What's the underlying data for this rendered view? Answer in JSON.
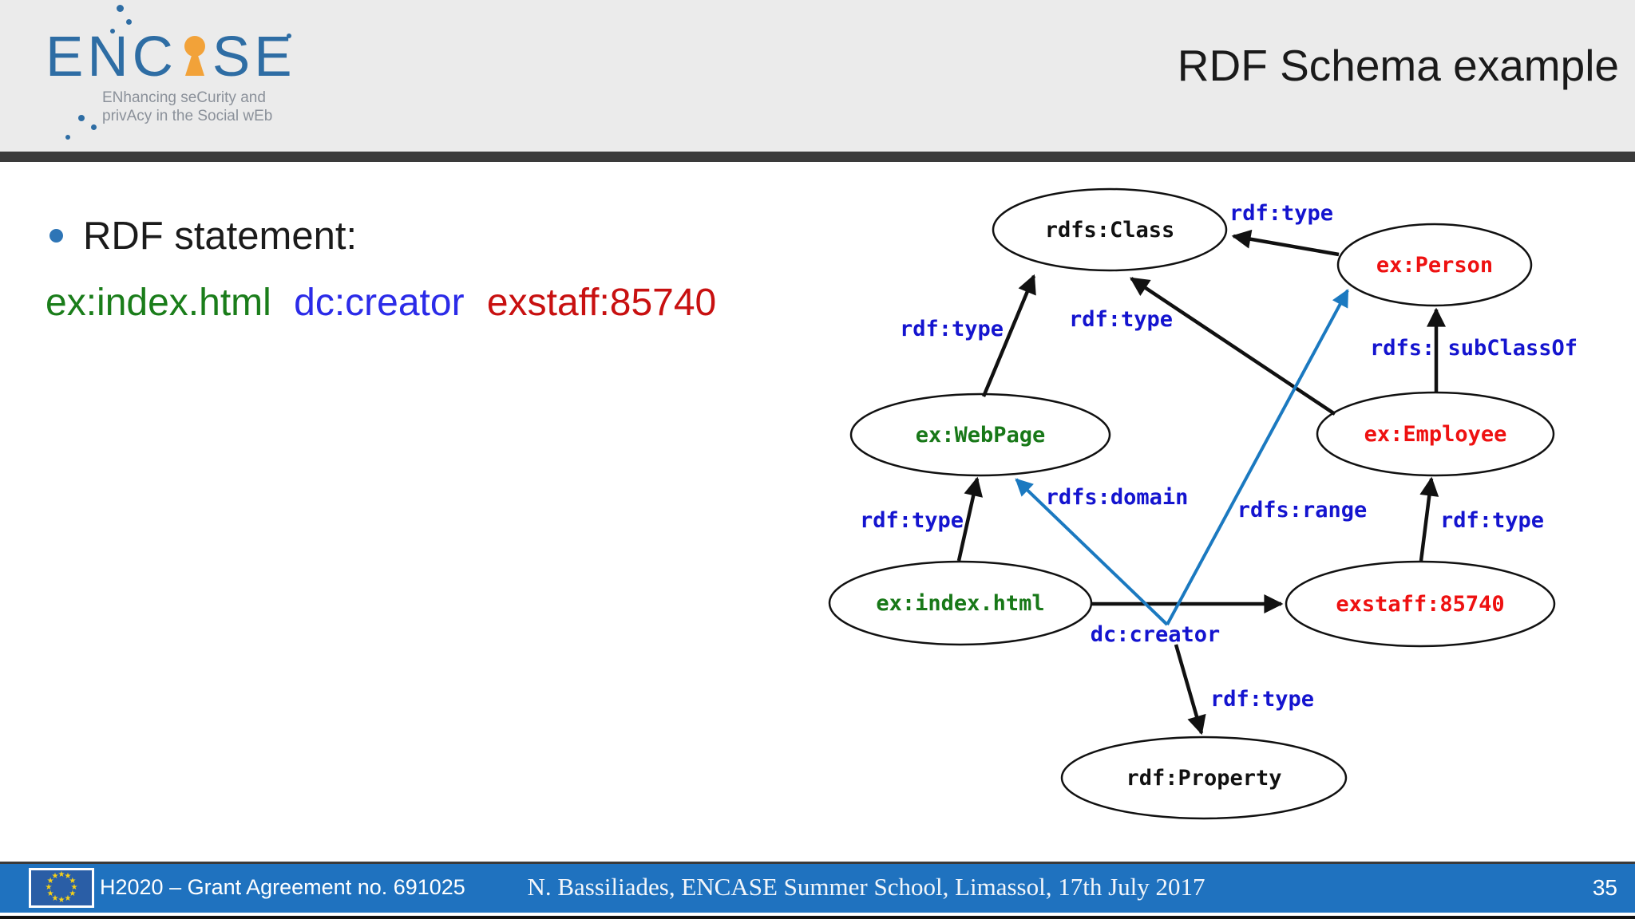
{
  "header": {
    "title": "RDF Schema example",
    "logo": {
      "word_start": "ENC",
      "word_end": "SE",
      "tagline_line1": "ENhancing seCurity and",
      "tagline_line2": "privAcy in the Social wEb"
    }
  },
  "content": {
    "bullet_label": "RDF statement:",
    "statement": {
      "subject": "ex:index.html",
      "predicate": "dc:creator",
      "object": "exstaff:85740"
    }
  },
  "diagram": {
    "nodes": {
      "rdfs_class": "rdfs:Class",
      "ex_person": "ex:Person",
      "ex_webpage": "ex:WebPage",
      "ex_employee": "ex:Employee",
      "ex_index_html": "ex:index.html",
      "exstaff_85740": "exstaff:85740",
      "rdf_property": "rdf:Property"
    },
    "edge_labels": {
      "person_type": "rdf:type",
      "webpage_type": "rdf:type",
      "employee_type": "rdf:type",
      "subclassof": "rdfs: subClassOf",
      "domain": "rdfs:domain",
      "range": "rdfs:range",
      "index_type": "rdf:type",
      "exstaff_type": "rdf:type",
      "creator": "dc:creator",
      "property_type": "rdf:type"
    }
  },
  "palette": {
    "header_gray": "#ebebeb",
    "divider_dark": "#3a3a3a",
    "bullet_blue": "#2e75b6",
    "statement_green": "#1a7d1a",
    "statement_blue": "#2b2be8",
    "statement_red": "#c81010",
    "node_red": "#ee1111",
    "node_green": "#187818",
    "edge_label_blue": "#1414cf",
    "schema_arrow_blue": "#1b79c0",
    "footer_blue": "#1f72bf",
    "logo_blue": "#2e6da4",
    "logo_orange": "#f2a239",
    "eu_flag_blue": "#2a5ea6",
    "eu_star_yellow": "#f7d117"
  },
  "footer": {
    "grant_text": "H2020 – Grant Agreement no. 691025",
    "credit_text": "N. Bassiliades, ENCASE Summer School, Limassol, 17th July 2017",
    "page_number": "35"
  }
}
